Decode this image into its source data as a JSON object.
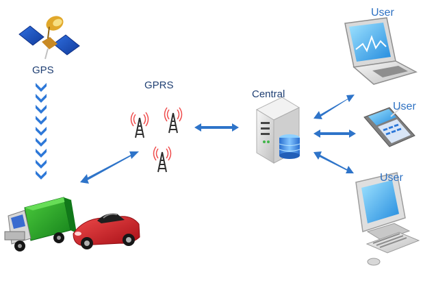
{
  "labels": {
    "gps": "GPS",
    "gprs": "GPRS",
    "central": "Central",
    "user_laptop": "User",
    "user_tablet": "User",
    "user_desktop": "User"
  },
  "colors": {
    "arrow_blue": "#2e74c9",
    "chevron_blue": "#2d78d8",
    "text_dark": "#1f3f73",
    "user_text": "#2c70c2",
    "truck_green": "#21a31f",
    "car_red": "#d61f24"
  },
  "icons": {
    "satellite": "satellite-icon",
    "towers": "cell-tower-icon",
    "server": "server-database-icon",
    "laptop": "laptop-icon",
    "tablet": "tablet-icon",
    "desktop": "desktop-computer-icon",
    "truck": "truck-icon",
    "car": "car-icon"
  }
}
